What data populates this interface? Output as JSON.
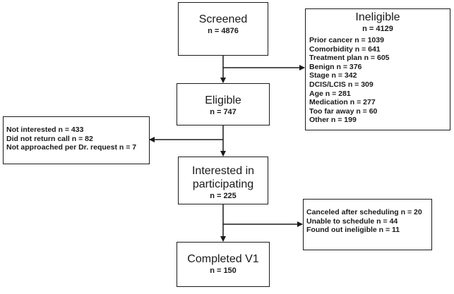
{
  "screened": {
    "title": "Screened",
    "count": "n = 4876"
  },
  "ineligible": {
    "title": "Ineligible",
    "count": "n = 4129",
    "reasons": [
      "Prior cancer n = 1039",
      "Comorbidity n = 641",
      "Treatment plan n = 605",
      "Benign n = 376",
      "Stage n = 342",
      "DCIS/LCIS n = 309",
      "Age n = 281",
      "Medication n = 277",
      "Too far away n = 60",
      "Other n = 199"
    ]
  },
  "eligible": {
    "title": "Eligible",
    "count": "n = 747"
  },
  "not_participating": {
    "reasons": [
      "Not interested n = 433",
      "Did not return call n = 82",
      "Not approached per Dr. request n = 7"
    ]
  },
  "interested": {
    "title_line1": "Interested in",
    "title_line2": "participating",
    "count": "n = 225"
  },
  "dropped": {
    "reasons": [
      "Canceled after scheduling n = 20",
      "Unable to schedule n = 44",
      "Found out ineligible n = 11"
    ]
  },
  "completed": {
    "title": "Completed V1",
    "count": "n = 150"
  },
  "colors": {
    "line": "#1a1a1a",
    "background": "#ffffff"
  }
}
